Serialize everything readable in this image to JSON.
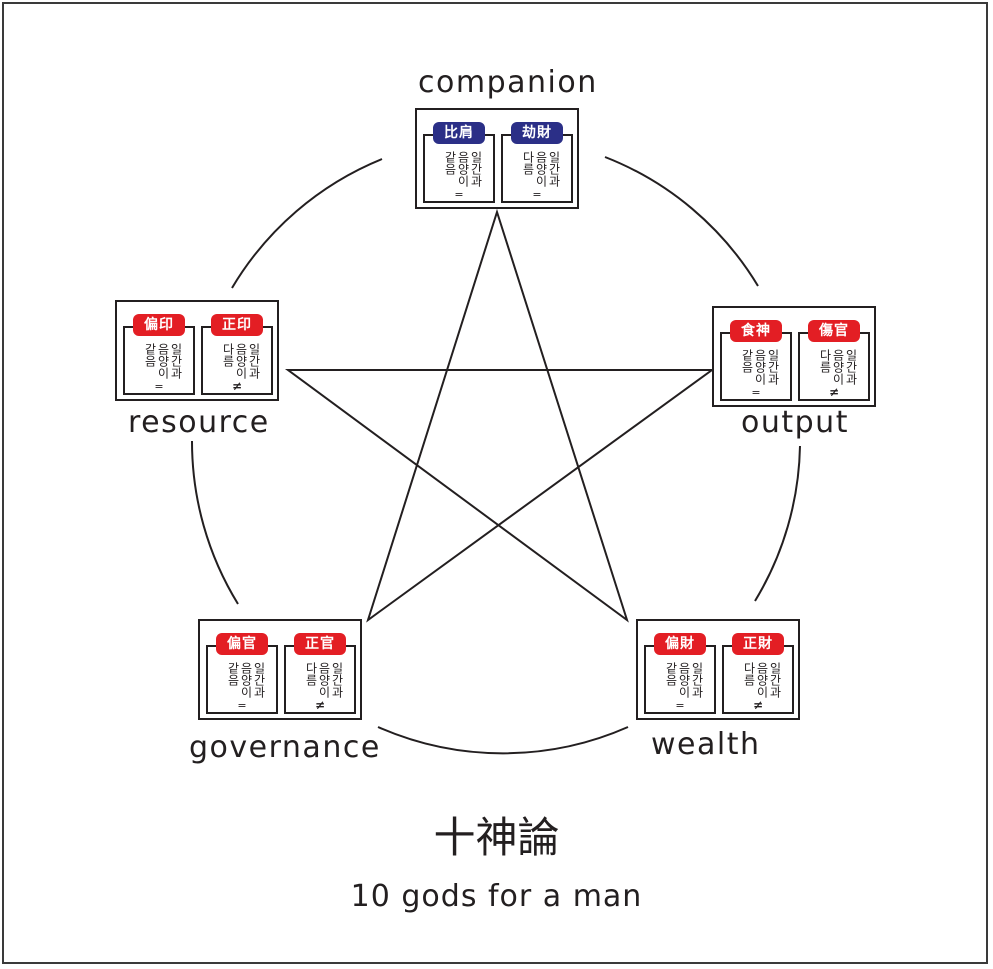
{
  "colors": {
    "blue_badge": "#2b2f87",
    "red_badge": "#e31e24",
    "ink": "#231f20"
  },
  "nodes": [
    {
      "id": "companion",
      "label": "companion",
      "left": {
        "badge": "比肩",
        "badge_color": "blue",
        "text": "일간과 음양이 같음",
        "symbol": "="
      },
      "right": {
        "badge": "劫財",
        "badge_color": "blue",
        "text": "일간과 음양이 다름",
        "symbol": "="
      }
    },
    {
      "id": "output",
      "label": "output",
      "left": {
        "badge": "食神",
        "badge_color": "red",
        "text": "일간과 음양이 같음",
        "symbol": "="
      },
      "right": {
        "badge": "傷官",
        "badge_color": "red",
        "text": "일간과 음양이 다름",
        "symbol": "≠"
      }
    },
    {
      "id": "wealth",
      "label": "wealth",
      "left": {
        "badge": "偏財",
        "badge_color": "red",
        "text": "일간과 음양이 같음",
        "symbol": "="
      },
      "right": {
        "badge": "正財",
        "badge_color": "red",
        "text": "일간과 음양이 다름",
        "symbol": "≠"
      }
    },
    {
      "id": "governance",
      "label": "governance",
      "left": {
        "badge": "偏官",
        "badge_color": "red",
        "text": "일간과 음양이 같음",
        "symbol": "="
      },
      "right": {
        "badge": "正官",
        "badge_color": "red",
        "text": "일간과 음양이 다름",
        "symbol": "≠"
      }
    },
    {
      "id": "resource",
      "label": "resource",
      "left": {
        "badge": "偏印",
        "badge_color": "red",
        "text": "일간과 음양이 같음",
        "symbol": "="
      },
      "right": {
        "badge": "正印",
        "badge_color": "red",
        "text": "일간과 음양이 다름",
        "symbol": "≠"
      }
    }
  ],
  "title": "十神論",
  "subtitle": "10 gods for a man"
}
